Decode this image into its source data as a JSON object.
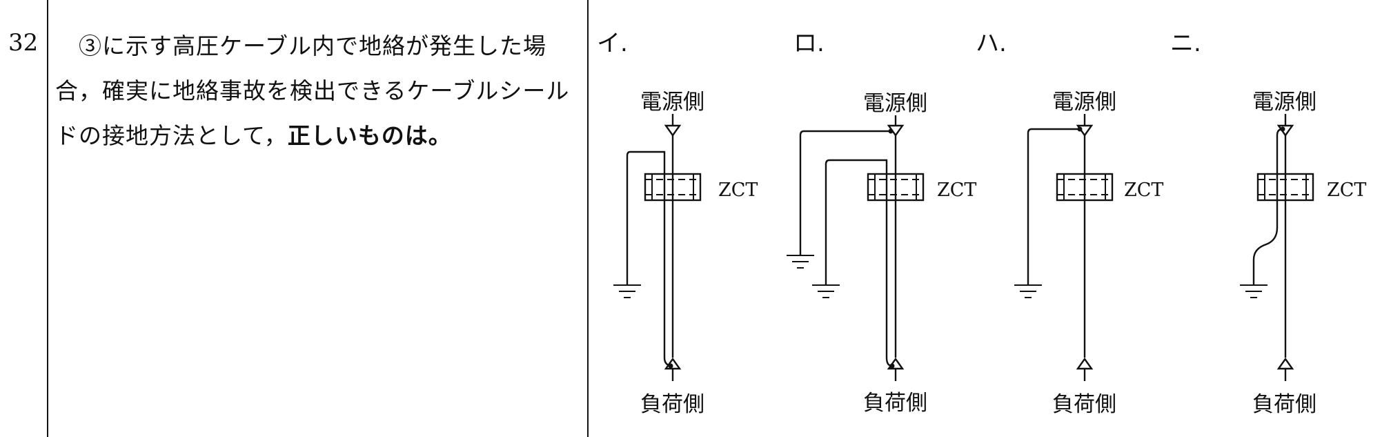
{
  "question": {
    "number": "32",
    "text_lead": "③に示す高圧ケーブル内で地絡が発生した場合，確実に地絡事故を検出できるケーブルシールドの接地方法として，",
    "text_bold": "正しいものは。"
  },
  "options": [
    {
      "label": "イ.",
      "source": "電源側",
      "load": "負荷側",
      "zct": "ZCT"
    },
    {
      "label": "ロ.",
      "source": "電源側",
      "load": "負荷側",
      "zct": "ZCT"
    },
    {
      "label": "ハ.",
      "source": "電源側",
      "load": "負荷側",
      "zct": "ZCT"
    },
    {
      "label": "ニ.",
      "source": "電源側",
      "load": "負荷側",
      "zct": "ZCT"
    }
  ]
}
